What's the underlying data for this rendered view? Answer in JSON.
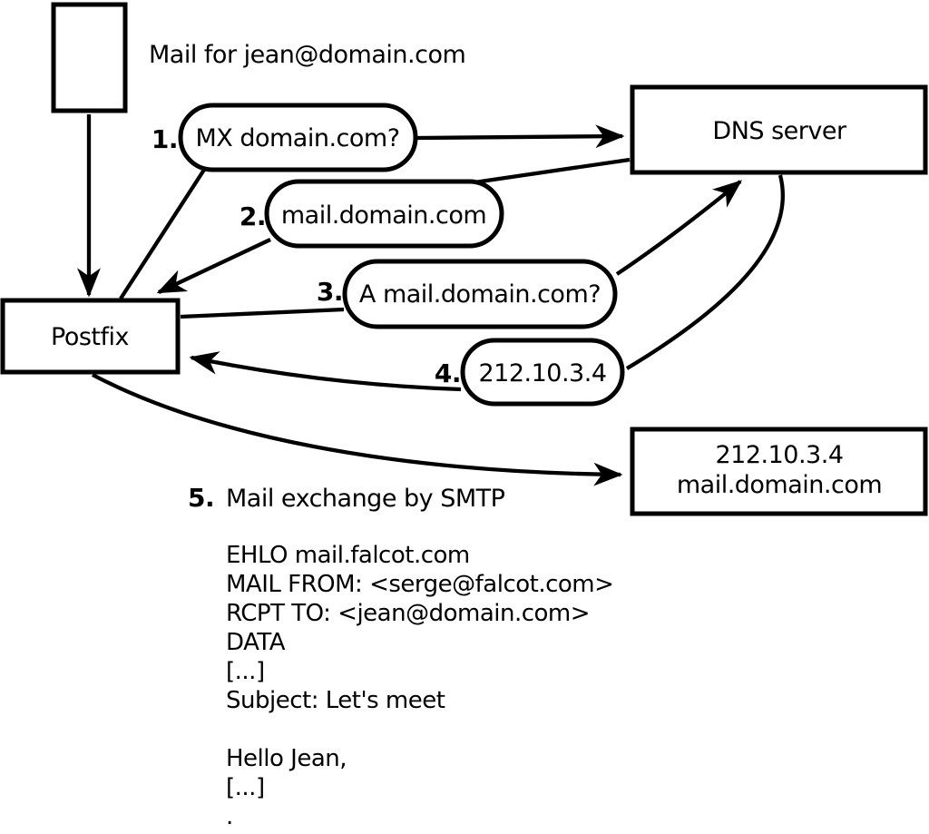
{
  "title": "Mail for jean@domain.com",
  "nodes": {
    "postfix": "Postfix",
    "dns": "DNS server",
    "mx_host_line1": "212.10.3.4",
    "mx_host_line2": "mail.domain.com"
  },
  "steps": [
    {
      "num": "1.",
      "label": "MX domain.com?"
    },
    {
      "num": "2.",
      "label": "mail.domain.com"
    },
    {
      "num": "3.",
      "label": "A mail.domain.com?"
    },
    {
      "num": "4.",
      "label": "212.10.3.4"
    },
    {
      "num": "5.",
      "label": "Mail exchange by SMTP"
    }
  ],
  "smtp_session": {
    "lines": [
      "EHLO mail.falcot.com",
      "MAIL FROM: <serge@falcot.com>",
      "RCPT TO: <jean@domain.com>",
      "DATA",
      "[...]",
      "Subject: Let's meet",
      "",
      "Hello Jean,",
      "[...]",
      "."
    ]
  },
  "colors": {
    "line": "#000000",
    "fill": "#ffffff"
  }
}
